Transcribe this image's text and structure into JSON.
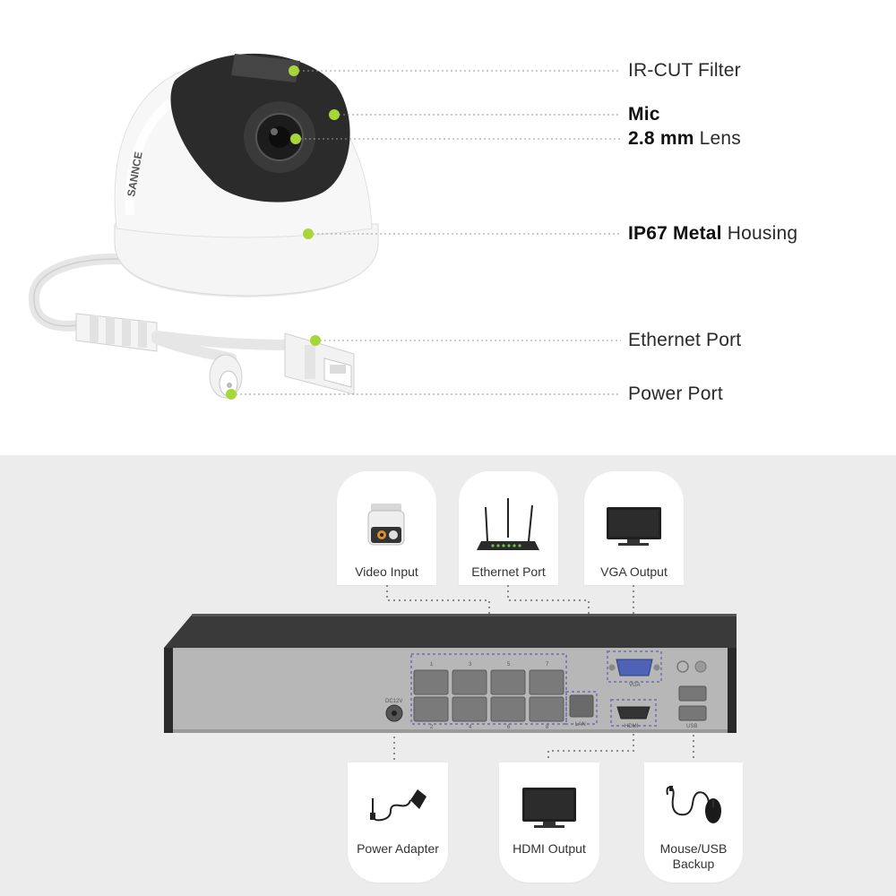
{
  "camera_callouts": {
    "ir_cut": "IR-CUT Filter",
    "mic": "Mic",
    "lens_bold": "2.8 mm",
    "lens_rest": " Lens",
    "housing_bold": "IP67 Metal",
    "housing_rest": " Housing",
    "ethernet": "Ethernet Port",
    "power": "Power Port"
  },
  "camera_brand": "SANNCE",
  "nvr_cards_top": {
    "video_input": "Video Input",
    "ethernet_port": "Ethernet Port",
    "vga_output": "VGA Output"
  },
  "nvr_cards_bottom": {
    "power_adapter": "Power Adapter",
    "hdmi_output": "HDMI Output",
    "mouse_usb_line1": "Mouse/USB",
    "mouse_usb_line2": "Backup"
  },
  "nvr_port_labels": {
    "dc": "DC12V",
    "vga": "VGA",
    "hdmi": "HDMI",
    "lan": "LAN",
    "usb": "USB",
    "poe_top": [
      "1",
      "3",
      "5",
      "7"
    ],
    "poe_bottom": [
      "2",
      "4",
      "6",
      "8"
    ]
  },
  "colors": {
    "accent_dot": "#a6d63a",
    "leader_line": "#9a9a9a",
    "panel_bg": "#ececec",
    "nvr_body": "#b4b4b4",
    "nvr_top": "#3a3a3a"
  }
}
